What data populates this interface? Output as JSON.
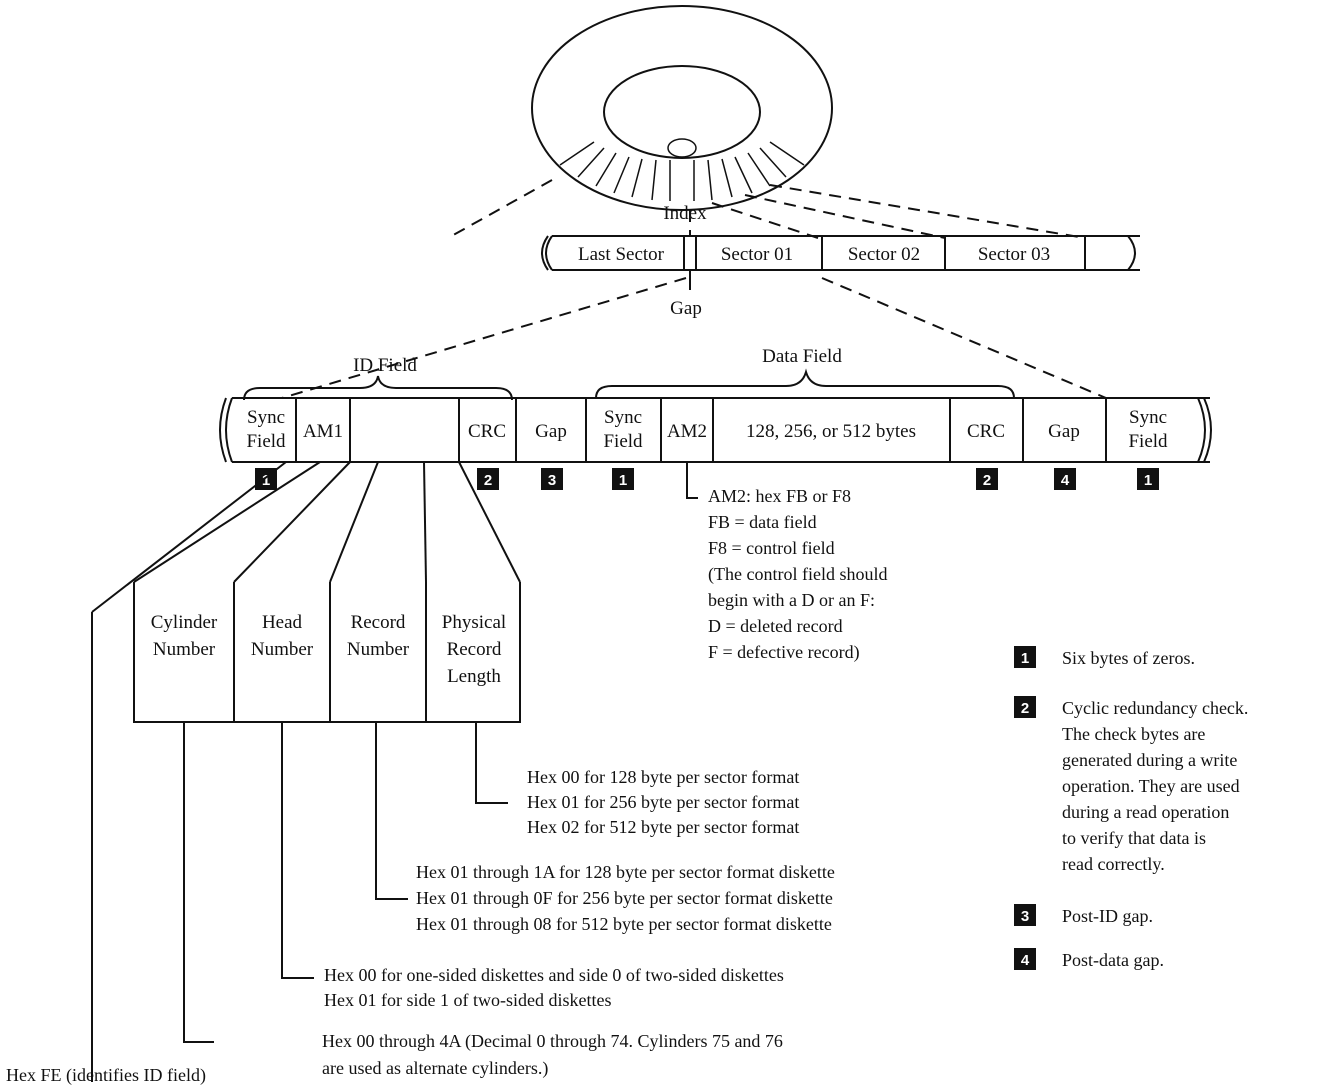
{
  "disk": {
    "index_label": "Index",
    "gap_label": "Gap"
  },
  "track": {
    "sectors": [
      "Last Sector",
      "Sector 01",
      "Sector 02",
      "Sector 03"
    ]
  },
  "record": {
    "id_field_label": "ID Field",
    "data_field_label": "Data Field",
    "cells": {
      "sync1_line1": "Sync",
      "sync1_line2": "Field",
      "am1": "AM1",
      "crc1": "CRC",
      "gap1": "Gap",
      "sync2_line1": "Sync",
      "sync2_line2": "Field",
      "am2": "AM2",
      "data": "128, 256, or 512 bytes",
      "crc2": "CRC",
      "gap2": "Gap",
      "sync3_line1": "Sync",
      "sync3_line2": "Field"
    },
    "badges": [
      "1",
      "2",
      "3",
      "1",
      "2",
      "4",
      "1"
    ]
  },
  "id_parts": [
    {
      "line1": "Cylinder",
      "line2": "Number",
      "line3": ""
    },
    {
      "line1": "Head",
      "line2": "Number",
      "line3": ""
    },
    {
      "line1": "Record",
      "line2": "Number",
      "line3": ""
    },
    {
      "line1": "Physical",
      "line2": "Record",
      "line3": "Length"
    }
  ],
  "am2_notes": [
    "AM2: hex FB or F8",
    "FB = data field",
    "F8 = control field",
    "(The control field should",
    "begin with a D or an F:",
    "D = deleted record",
    "F = defective record)"
  ],
  "notes": {
    "length": [
      "Hex 00 for 128 byte per sector format",
      "Hex 01 for 256 byte per sector format",
      "Hex 02 for 512 byte per sector format"
    ],
    "record": [
      "Hex 01 through 1A for 128 byte per sector format diskette",
      "Hex 01 through 0F for 256 byte per sector format diskette",
      "Hex 01 through 08 for 512 byte per sector format diskette"
    ],
    "head": [
      "Hex 00 for one-sided diskettes and side 0 of two-sided diskettes",
      "Hex 01 for side 1 of two-sided diskettes"
    ],
    "cylinder": [
      "Hex 00 through 4A (Decimal 0 through 74. Cylinders 75 and 76",
      "are used as alternate cylinders.)"
    ],
    "am1": "Hex FE (identifies ID field)"
  },
  "legend": [
    {
      "num": "1",
      "lines": [
        "Six bytes of zeros."
      ]
    },
    {
      "num": "2",
      "lines": [
        "Cyclic redundancy check.",
        "The check bytes are",
        "generated during a write",
        "operation. They are used",
        "during a read operation",
        "to verify that data is",
        "read correctly."
      ]
    },
    {
      "num": "3",
      "lines": [
        "Post-ID gap."
      ]
    },
    {
      "num": "4",
      "lines": [
        "Post-data gap."
      ]
    }
  ]
}
